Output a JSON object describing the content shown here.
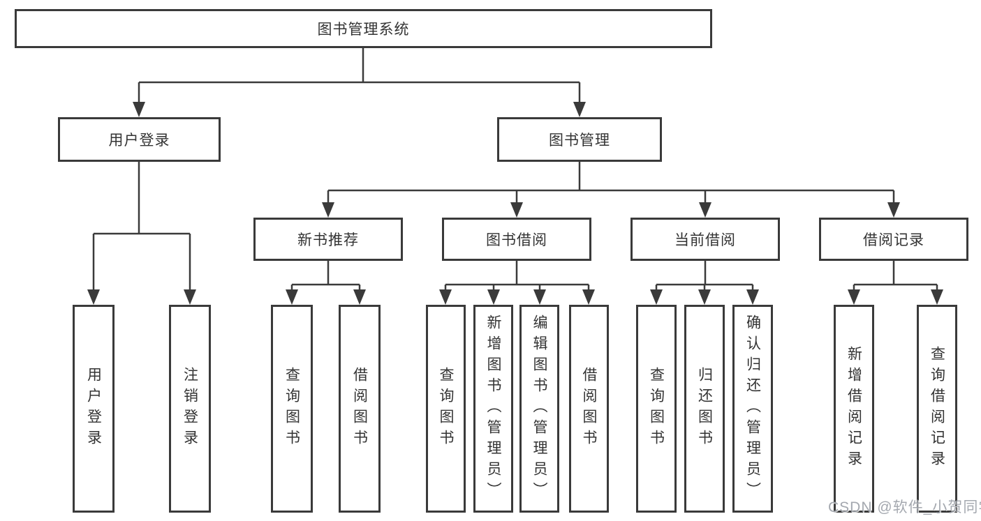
{
  "diagram": {
    "title": "图书管理系统",
    "level2": [
      {
        "label": "用户登录"
      },
      {
        "label": "图书管理"
      }
    ],
    "level3": [
      {
        "label": "新书推荐"
      },
      {
        "label": "图书借阅"
      },
      {
        "label": "当前借阅"
      },
      {
        "label": "借阅记录"
      }
    ],
    "leaves": {
      "user_login": [
        "用户登录",
        "注销登录"
      ],
      "new_book": [
        "查询图书",
        "借阅图书"
      ],
      "book_borrow": [
        "查询图书",
        "新增图书（管理员）",
        "编辑图书（管理员）",
        "借阅图书"
      ],
      "current_borrow": [
        "查询图书",
        "归还图书",
        "确认归还（管理员）"
      ],
      "borrow_record": [
        "新增借阅记录",
        "查询借阅记录"
      ]
    }
  },
  "watermark": "CSDN @软件_小贺同学",
  "colors": {
    "line": "#3a3a3a",
    "text": "#333333",
    "watermark": "#9a9fa6",
    "background": "#ffffff"
  }
}
